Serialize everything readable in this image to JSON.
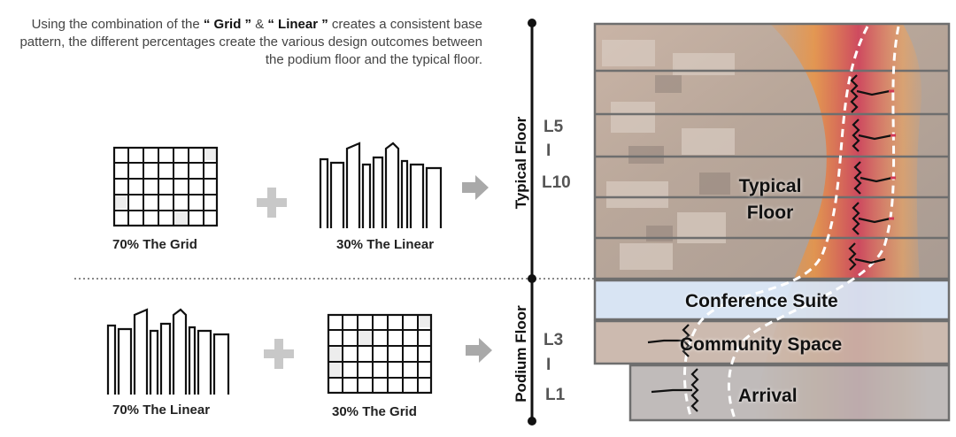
{
  "intro": {
    "part1": "Using the combination of the ",
    "grid_word": "“ Grid ”",
    "part2": " & ",
    "linear_word": "“ Linear ”",
    "part3": " creates a consistent base pattern, the different percentages create the various design outcomes between the podium floor and the typical floor."
  },
  "typical_row": {
    "left_caption": "70% The Grid",
    "right_caption": "30% The Linear"
  },
  "podium_row": {
    "left_caption": "70% The Linear",
    "right_caption": "30% The Grid"
  },
  "axis": {
    "typical_label": "Typical Floor",
    "typical_top_level": "L5",
    "typical_separator": "I",
    "typical_bottom_level": "L10",
    "podium_label": "Podium Floor",
    "podium_top_level": "L3",
    "podium_separator": "I",
    "podium_bottom_level": "L1"
  },
  "building": {
    "typical_line1": "Typical",
    "typical_line2": "Floor",
    "conference": "Conference Suite",
    "community": "Community Space",
    "arrival": "Arrival"
  },
  "colors": {
    "plus": "#c8c8c8",
    "arrow": "#a9a9a9",
    "grid_fill": "#ededed",
    "conference_band": "#d6e3f2",
    "accent_red": "#d23a55",
    "accent_orange": "#f0913a"
  }
}
